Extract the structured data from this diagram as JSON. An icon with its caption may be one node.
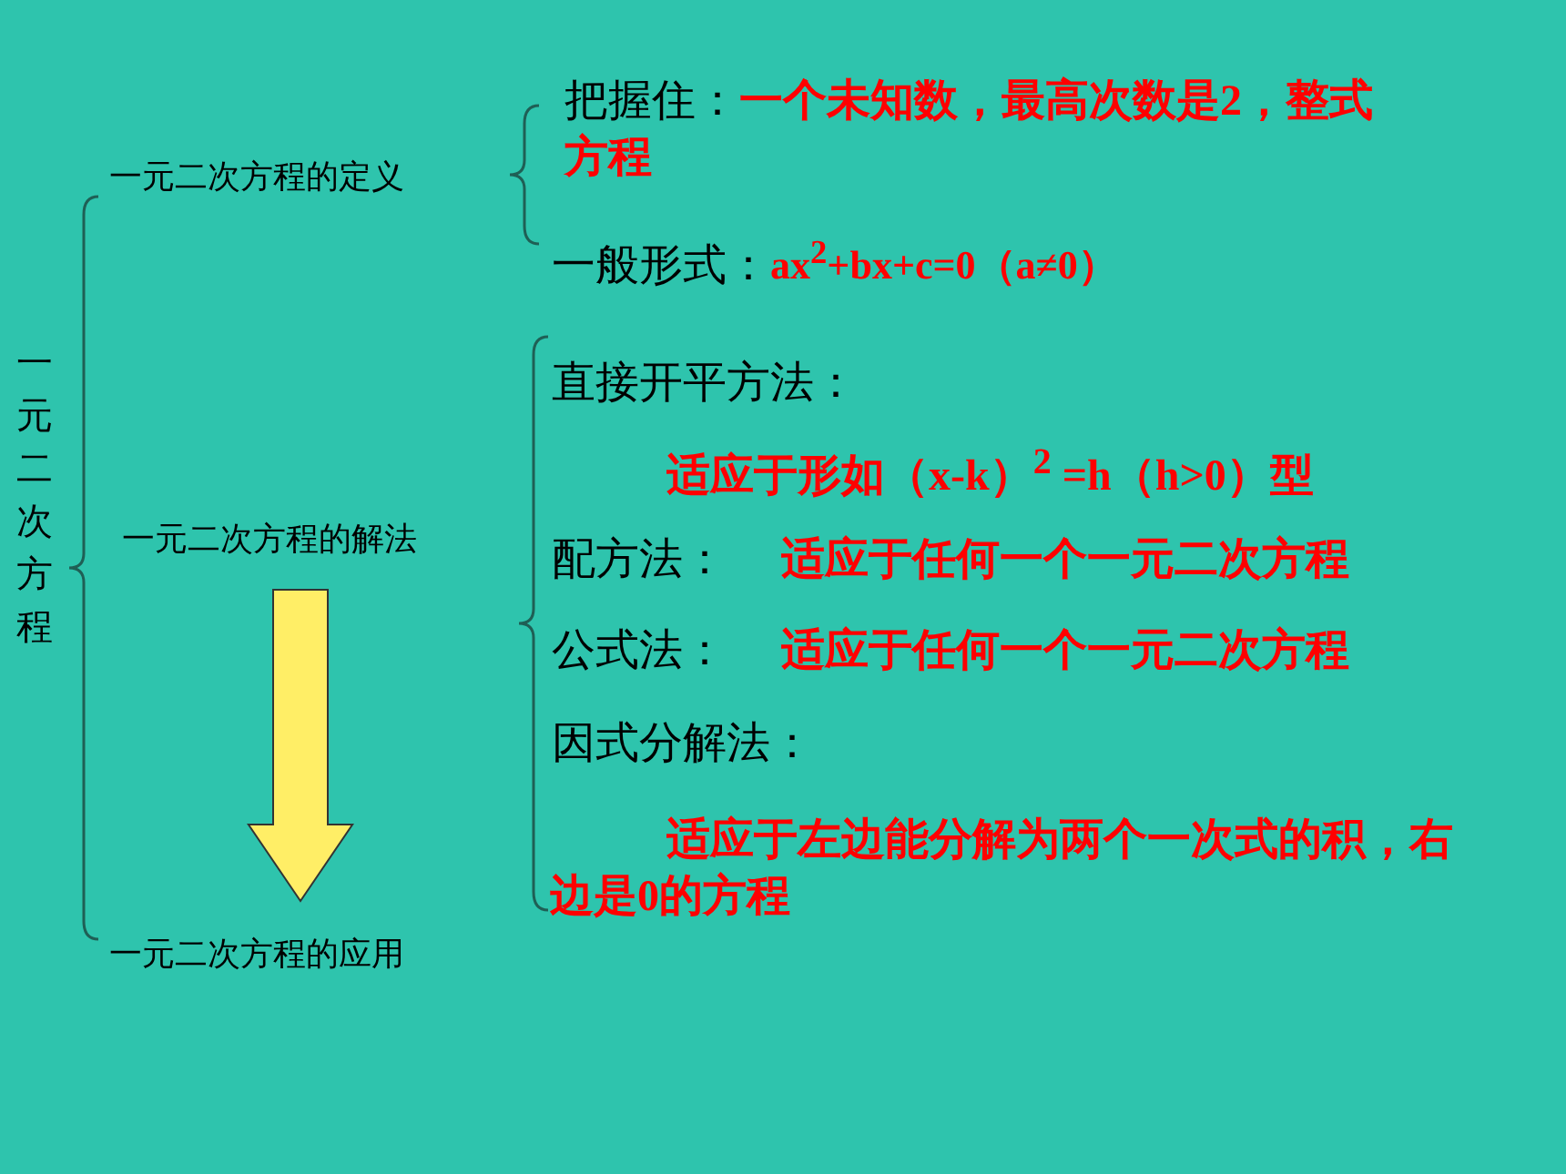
{
  "diagram": {
    "nodes": [
      {
        "text": [
          "一元二次方程的解法"
        ]
      },
      {
        "text": [
          "一元二次方程的应用"
        ]
      }
    ],
    "edges": [
      {
        "from": 0,
        "to": 1,
        "arrow": "to",
        "style": "thick",
        "color": "#ffee66"
      }
    ],
    "labels": [
      "一元二次方程",
      "一元二次方程的定义",
      "把握住：",
      "一个未知数，最高次数是2，整式方程",
      "一般形式：",
      "ax$^{2}$+bx+c=0（a≠0）",
      "直接开平方法：",
      "适应于形如（x-k）$^{2}$ =h（h>0）型",
      "配方法：",
      "适应于任何一个一元二次方程",
      "公式法：",
      "适应于任何一个一元二次方程",
      "因式分解法：",
      "适应于左边能分解为两个一次式的积，右边是0的方程"
    ]
  }
}
